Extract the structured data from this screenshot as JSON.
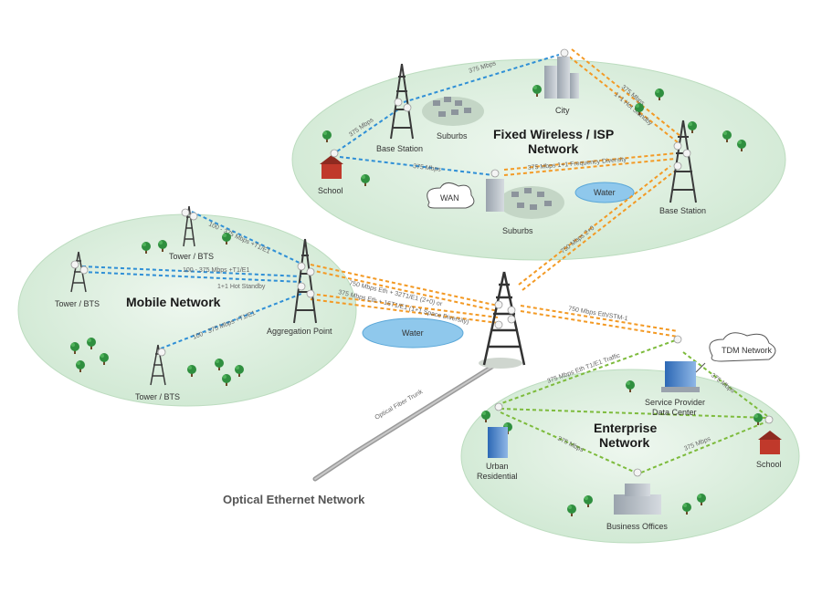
{
  "colors": {
    "island_fill": "#d7ecd9",
    "island_edge": "#bcdcbf",
    "water": "#8fc8ec",
    "blue_link": "#2f8fd6",
    "orange_link": "#f39a25",
    "green_link": "#7dbb3c",
    "tower": "#3a3a3a",
    "trunk": "#9a9a9a"
  },
  "networks": {
    "mobile": {
      "title": "Mobile Network"
    },
    "fixed": {
      "title_line1": "Fixed Wireless / ISP",
      "title_line2": "Network"
    },
    "enterprise": {
      "title_line1": "Enterprise",
      "title_line2": "Network"
    },
    "optical": {
      "title": "Optical Ethernet Network"
    }
  },
  "labels": {
    "tower_bts_top": "Tower / BTS",
    "tower_bts_left": "Tower / BTS",
    "tower_bts_bottom": "Tower / BTS",
    "aggregation_point": "Aggregation Point",
    "water_left": "Water",
    "water_right": "Water",
    "base_station_left": "Base Station",
    "base_station_right": "Base Station",
    "suburbs_top": "Suburbs",
    "suburbs_bottom": "Suburbs",
    "city": "City",
    "school_top": "School",
    "school_right": "School",
    "wan": "WAN",
    "tdm_network": "TDM Network",
    "sp_line1": "Service Provider",
    "sp_line2": "Data Center",
    "urban_line1": "Urban",
    "urban_line2": "Residential",
    "business_offices": "Business Offices"
  },
  "links": {
    "l1": "375 Mbps",
    "l2": "375 Mbps",
    "l3": "375 Mbps",
    "l4": "375 Mbps 1+1 Frequency Diversity",
    "l5a": "375 Mbps",
    "l5b": "1+1 Hot Standby",
    "l6": "750 Mbps 2+0",
    "l7": "100 - 375 Mbps +T1/E1",
    "l8a": "100 - 375 Mbps +T1/E1",
    "l8b": "1+1 Hot Standby",
    "l9": "100 - 375 Mbps +T1/E1",
    "l10a": "750 Mbps Eth + 32T1/E1 (2+0) or",
    "l10b": "375 Mbps Eth + 16T1/E1 (1+1 Space Diversity)",
    "l11": "750 Mbps Eth/STM-1",
    "l12": "375 Mbps Eth T1/E1 Traffic",
    "l13": "375 Mbps",
    "l14": "375 Mbps",
    "l15": "375 Mbps",
    "l16": "Optical Fiber Trunk"
  }
}
